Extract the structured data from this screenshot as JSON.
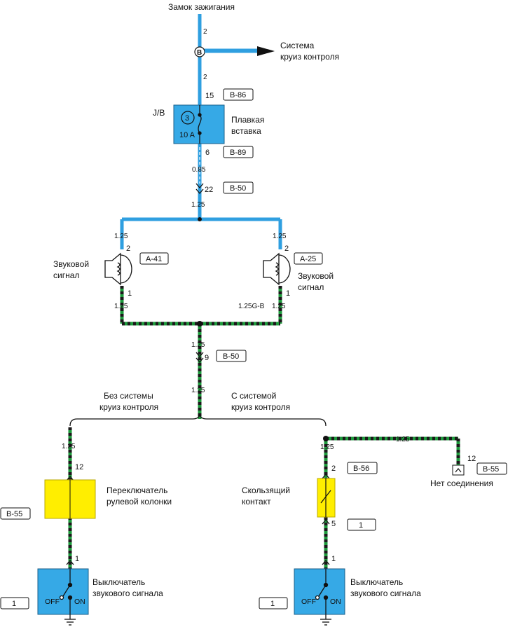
{
  "top": {
    "source_label": "Замок зажигания",
    "wire_top": "2",
    "wire_mid": "2",
    "junction": "B"
  },
  "cruise_top": {
    "line1": "Система",
    "line2": "круиз контроля"
  },
  "fuse": {
    "jb_label": "J/B",
    "fuse_number": "3",
    "rating": "10 A",
    "name_line1": "Плавкая",
    "name_line2": "вставка",
    "pin_in": "15",
    "conn_in": "B-86",
    "pin_out": "6",
    "conn_out": "B-89",
    "wire_out": "0.85"
  },
  "conn_b50_top": {
    "pin": "22",
    "conn": "B-50",
    "wire": "1.25"
  },
  "horn_left": {
    "wire_top": "1.25",
    "pin_top": "2",
    "conn": "A-41",
    "name_line1": "Звуковой",
    "name_line2": "сигнал",
    "pin_bot": "1",
    "wire_bot": "1.25"
  },
  "horn_right": {
    "wire_top": "1.25",
    "pin_top": "2",
    "conn": "A-25",
    "name_line1": "Звуковой",
    "name_line2": "сигнал",
    "pin_bot": "1",
    "wire_bot": "1.25",
    "wire_color": "1.25G-B"
  },
  "conn_b50_bot": {
    "wire_top": "1.25",
    "pin": "9",
    "conn": "B-50",
    "wire_bot": "1.25"
  },
  "branches": {
    "left_line1": "Без системы",
    "left_line2": "круиз контроля",
    "right_line1": "С системой",
    "right_line2": "круиз контроля"
  },
  "left_branch": {
    "wire": "1.25",
    "pin_top": "12",
    "switch_line1": "Переключатель",
    "switch_line2": "рулевой колонки",
    "conn": "B-55",
    "pin_bot": "1",
    "horn_sw_line1": "Выключатель",
    "horn_sw_line2": "звукового сигнала",
    "off": "OFF",
    "on": "ON",
    "conn_bot": "1"
  },
  "right_branch": {
    "wire_side": "1.25",
    "nc_pin": "12",
    "nc_conn": "B-55",
    "nc_label": "Нет соединения",
    "wire": "1.25",
    "pin_top": "2",
    "conn": "B-56",
    "contact_line1": "Скользящий",
    "contact_line2": "контакт",
    "pin_mid": "5",
    "conn_mid": "1",
    "pin_bot": "1",
    "horn_sw_line1": "Выключатель",
    "horn_sw_line2": "звукового сигнала",
    "off": "OFF",
    "on": "ON",
    "conn_bot": "1"
  },
  "colors": {
    "blue_wire": "#2f9fe0",
    "green_wire": "#1e9a3c",
    "dark_stripe": "#1a1a1a",
    "fuse_box": "#36a9e6",
    "yellow_box": "#ffee00"
  }
}
